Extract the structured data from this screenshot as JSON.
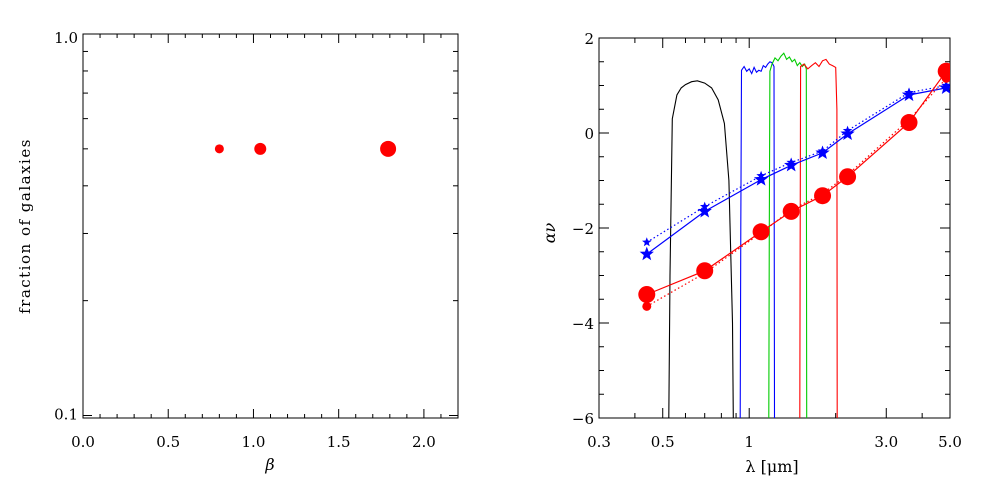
{
  "chart_data": [
    {
      "type": "scatter",
      "xlabel": "β",
      "ylabel": "fraction of galaxies",
      "xlim": [
        0.0,
        2.2
      ],
      "ylim": [
        0.1,
        1.0
      ],
      "y_scale": "log",
      "x_ticks": [
        "0.0",
        "0.5",
        "1.0",
        "1.5",
        "2.0"
      ],
      "y_ticks": [
        "1.0",
        "0.1"
      ],
      "color": "#ff0000",
      "series": [
        {
          "points": [
            {
              "x": 0.8,
              "y": 0.5,
              "size": "small"
            },
            {
              "x": 1.04,
              "y": 0.5,
              "size": "medium"
            },
            {
              "x": 1.79,
              "y": 0.5,
              "size": "large"
            }
          ]
        }
      ]
    },
    {
      "type": "line",
      "xlabel": "λ [μm]",
      "ylabel": "αν",
      "xlim": [
        0.3,
        5.0
      ],
      "ylim": [
        -6,
        2
      ],
      "x_scale": "log",
      "x_ticks": [
        "0.3",
        "0.5",
        "1",
        "3.0",
        "5.0"
      ],
      "y_ticks": [
        "2",
        "0",
        "−2",
        "−4",
        "−6"
      ],
      "series": [
        {
          "color": "#0000ff",
          "marker": "star",
          "style": "solid",
          "x": [
            0.44,
            0.7,
            1.1,
            1.4,
            1.8,
            2.2,
            3.6,
            4.85
          ],
          "y": [
            -2.55,
            -1.65,
            -0.98,
            -0.68,
            -0.42,
            -0.02,
            0.8,
            0.95
          ]
        },
        {
          "color": "#0000ff",
          "marker": "star-small",
          "style": "dotted",
          "x": [
            0.44,
            0.7,
            1.1,
            1.4,
            1.8,
            2.2,
            3.6,
            4.85
          ],
          "y": [
            -2.3,
            -1.55,
            -0.9,
            -0.62,
            -0.38,
            0.05,
            0.85,
            1.0
          ]
        },
        {
          "color": "#ff0000",
          "marker": "circle",
          "style": "solid",
          "x": [
            0.44,
            0.7,
            1.1,
            1.4,
            1.8,
            2.2,
            3.6,
            4.85
          ],
          "y": [
            -3.4,
            -2.9,
            -2.08,
            -1.65,
            -1.32,
            -0.92,
            0.22,
            1.3
          ]
        },
        {
          "color": "#ff0000",
          "marker": "circle-small",
          "style": "dotted",
          "x": [
            0.44,
            0.7,
            1.1,
            1.4,
            1.8,
            2.2,
            3.6,
            4.85
          ],
          "y": [
            -3.65,
            -2.95,
            -2.1,
            -1.62,
            -1.28,
            -0.88,
            0.28,
            1.15
          ]
        }
      ],
      "filter_curves": [
        {
          "color": "#000000",
          "x": [
            0.525,
            0.53,
            0.54,
            0.56,
            0.58,
            0.6,
            0.63,
            0.66,
            0.7,
            0.74,
            0.78,
            0.82,
            0.85,
            0.875,
            0.88
          ],
          "y": [
            -6,
            -3.0,
            0.3,
            0.8,
            0.95,
            1.02,
            1.08,
            1.1,
            1.05,
            0.95,
            0.7,
            0.2,
            -1.0,
            -4.0,
            -6
          ]
        },
        {
          "color": "#0000ff",
          "x": [
            0.93,
            0.935,
            0.94,
            0.96,
            0.98,
            1.0,
            1.02,
            1.04,
            1.06,
            1.08,
            1.1,
            1.12,
            1.14,
            1.16,
            1.18,
            1.2,
            1.22,
            1.225
          ],
          "y": [
            -6,
            -2.0,
            1.32,
            1.4,
            1.3,
            1.35,
            1.25,
            1.38,
            1.28,
            1.32,
            1.3,
            1.42,
            1.38,
            1.45,
            1.5,
            1.48,
            1.4,
            -6
          ]
        },
        {
          "color": "#00cc00",
          "x": [
            1.17,
            1.175,
            1.18,
            1.2,
            1.23,
            1.26,
            1.29,
            1.32,
            1.35,
            1.38,
            1.41,
            1.44,
            1.47,
            1.5,
            1.53,
            1.56,
            1.58,
            1.585
          ],
          "y": [
            -6,
            -2.0,
            1.3,
            1.45,
            1.58,
            1.52,
            1.62,
            1.68,
            1.55,
            1.6,
            1.5,
            1.55,
            1.42,
            1.48,
            1.4,
            1.45,
            1.35,
            -6
          ]
        },
        {
          "color": "#ff0000",
          "x": [
            1.5,
            1.505,
            1.51,
            1.55,
            1.6,
            1.65,
            1.7,
            1.75,
            1.8,
            1.85,
            1.9,
            1.95,
            2.0,
            2.02,
            2.025
          ],
          "y": [
            -6,
            -2.0,
            1.4,
            1.45,
            1.35,
            1.42,
            1.48,
            1.4,
            1.52,
            1.55,
            1.45,
            1.42,
            1.38,
            0.5,
            -6
          ]
        }
      ]
    }
  ]
}
